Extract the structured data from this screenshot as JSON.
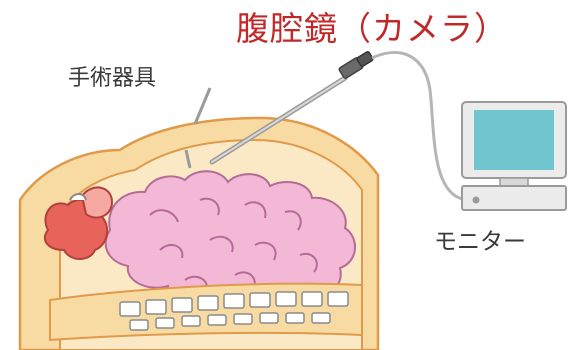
{
  "labels": {
    "camera": "腹腔鏡（カメラ）",
    "instruments": "手術器具",
    "monitor": "モニター"
  },
  "colors": {
    "title_red": "#c0282a",
    "skin": "#f8dba3",
    "skin_outline": "#e09a4a",
    "intestine": "#f2b8d6",
    "intestine_outline": "#b56b97",
    "organ_red": "#e8645a",
    "bone": "#ffffff",
    "screen": "#71c5ce",
    "monitor_body": "#ececec"
  },
  "icons": [
    "laparoscope-icon",
    "surgical-instrument-icon",
    "monitor-icon",
    "abdomen-cross-section-icon"
  ]
}
